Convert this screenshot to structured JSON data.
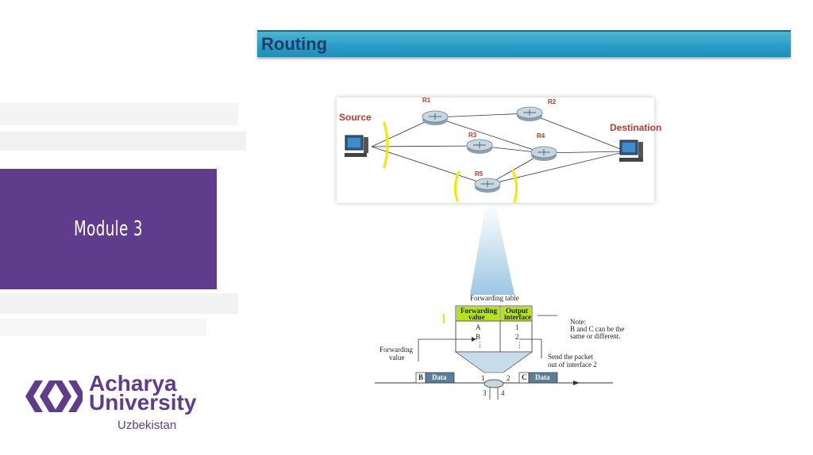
{
  "slide": {
    "module_title": "Module 3",
    "header_title": "Routing"
  },
  "network_diagram": {
    "source_label": "Source",
    "destination_label": "Destination",
    "routers": [
      "R1",
      "R2",
      "R3",
      "R4",
      "R5"
    ]
  },
  "forwarding_table": {
    "title": "Forwarding table",
    "col1_header_line1": "Forwarding",
    "col1_header_line2": "value",
    "col2_header_line1": "Output",
    "col2_header_line2": "interface",
    "rows": [
      {
        "value": "A",
        "interface": "1"
      },
      {
        "value": "B",
        "interface": "2"
      },
      {
        "value": "⋮",
        "interface": "⋮"
      }
    ],
    "note_line1": "Note:",
    "note_line2": "B and C can be the",
    "note_line3": "same or different.",
    "forwarding_value_line1": "Forwarding",
    "forwarding_value_line2": "value",
    "send_line1": "Send the packet",
    "send_line2": "out of interface 2",
    "in_packet_tag": "B",
    "in_packet_data": "Data",
    "out_packet_tag": "C",
    "out_packet_data": "Data",
    "iface_1": "1",
    "iface_2": "2",
    "iface_3": "3",
    "iface_4": "4"
  },
  "logo": {
    "line1": "Acharya",
    "line2": "University",
    "subtitle": "Uzbekistan"
  },
  "colors": {
    "purple": "#5f3d8c",
    "header_blue": "#2a9cc4",
    "label_red": "#c0392b",
    "highlight_yellow": "#f5e800",
    "table_header_green": "#b6e31c"
  }
}
